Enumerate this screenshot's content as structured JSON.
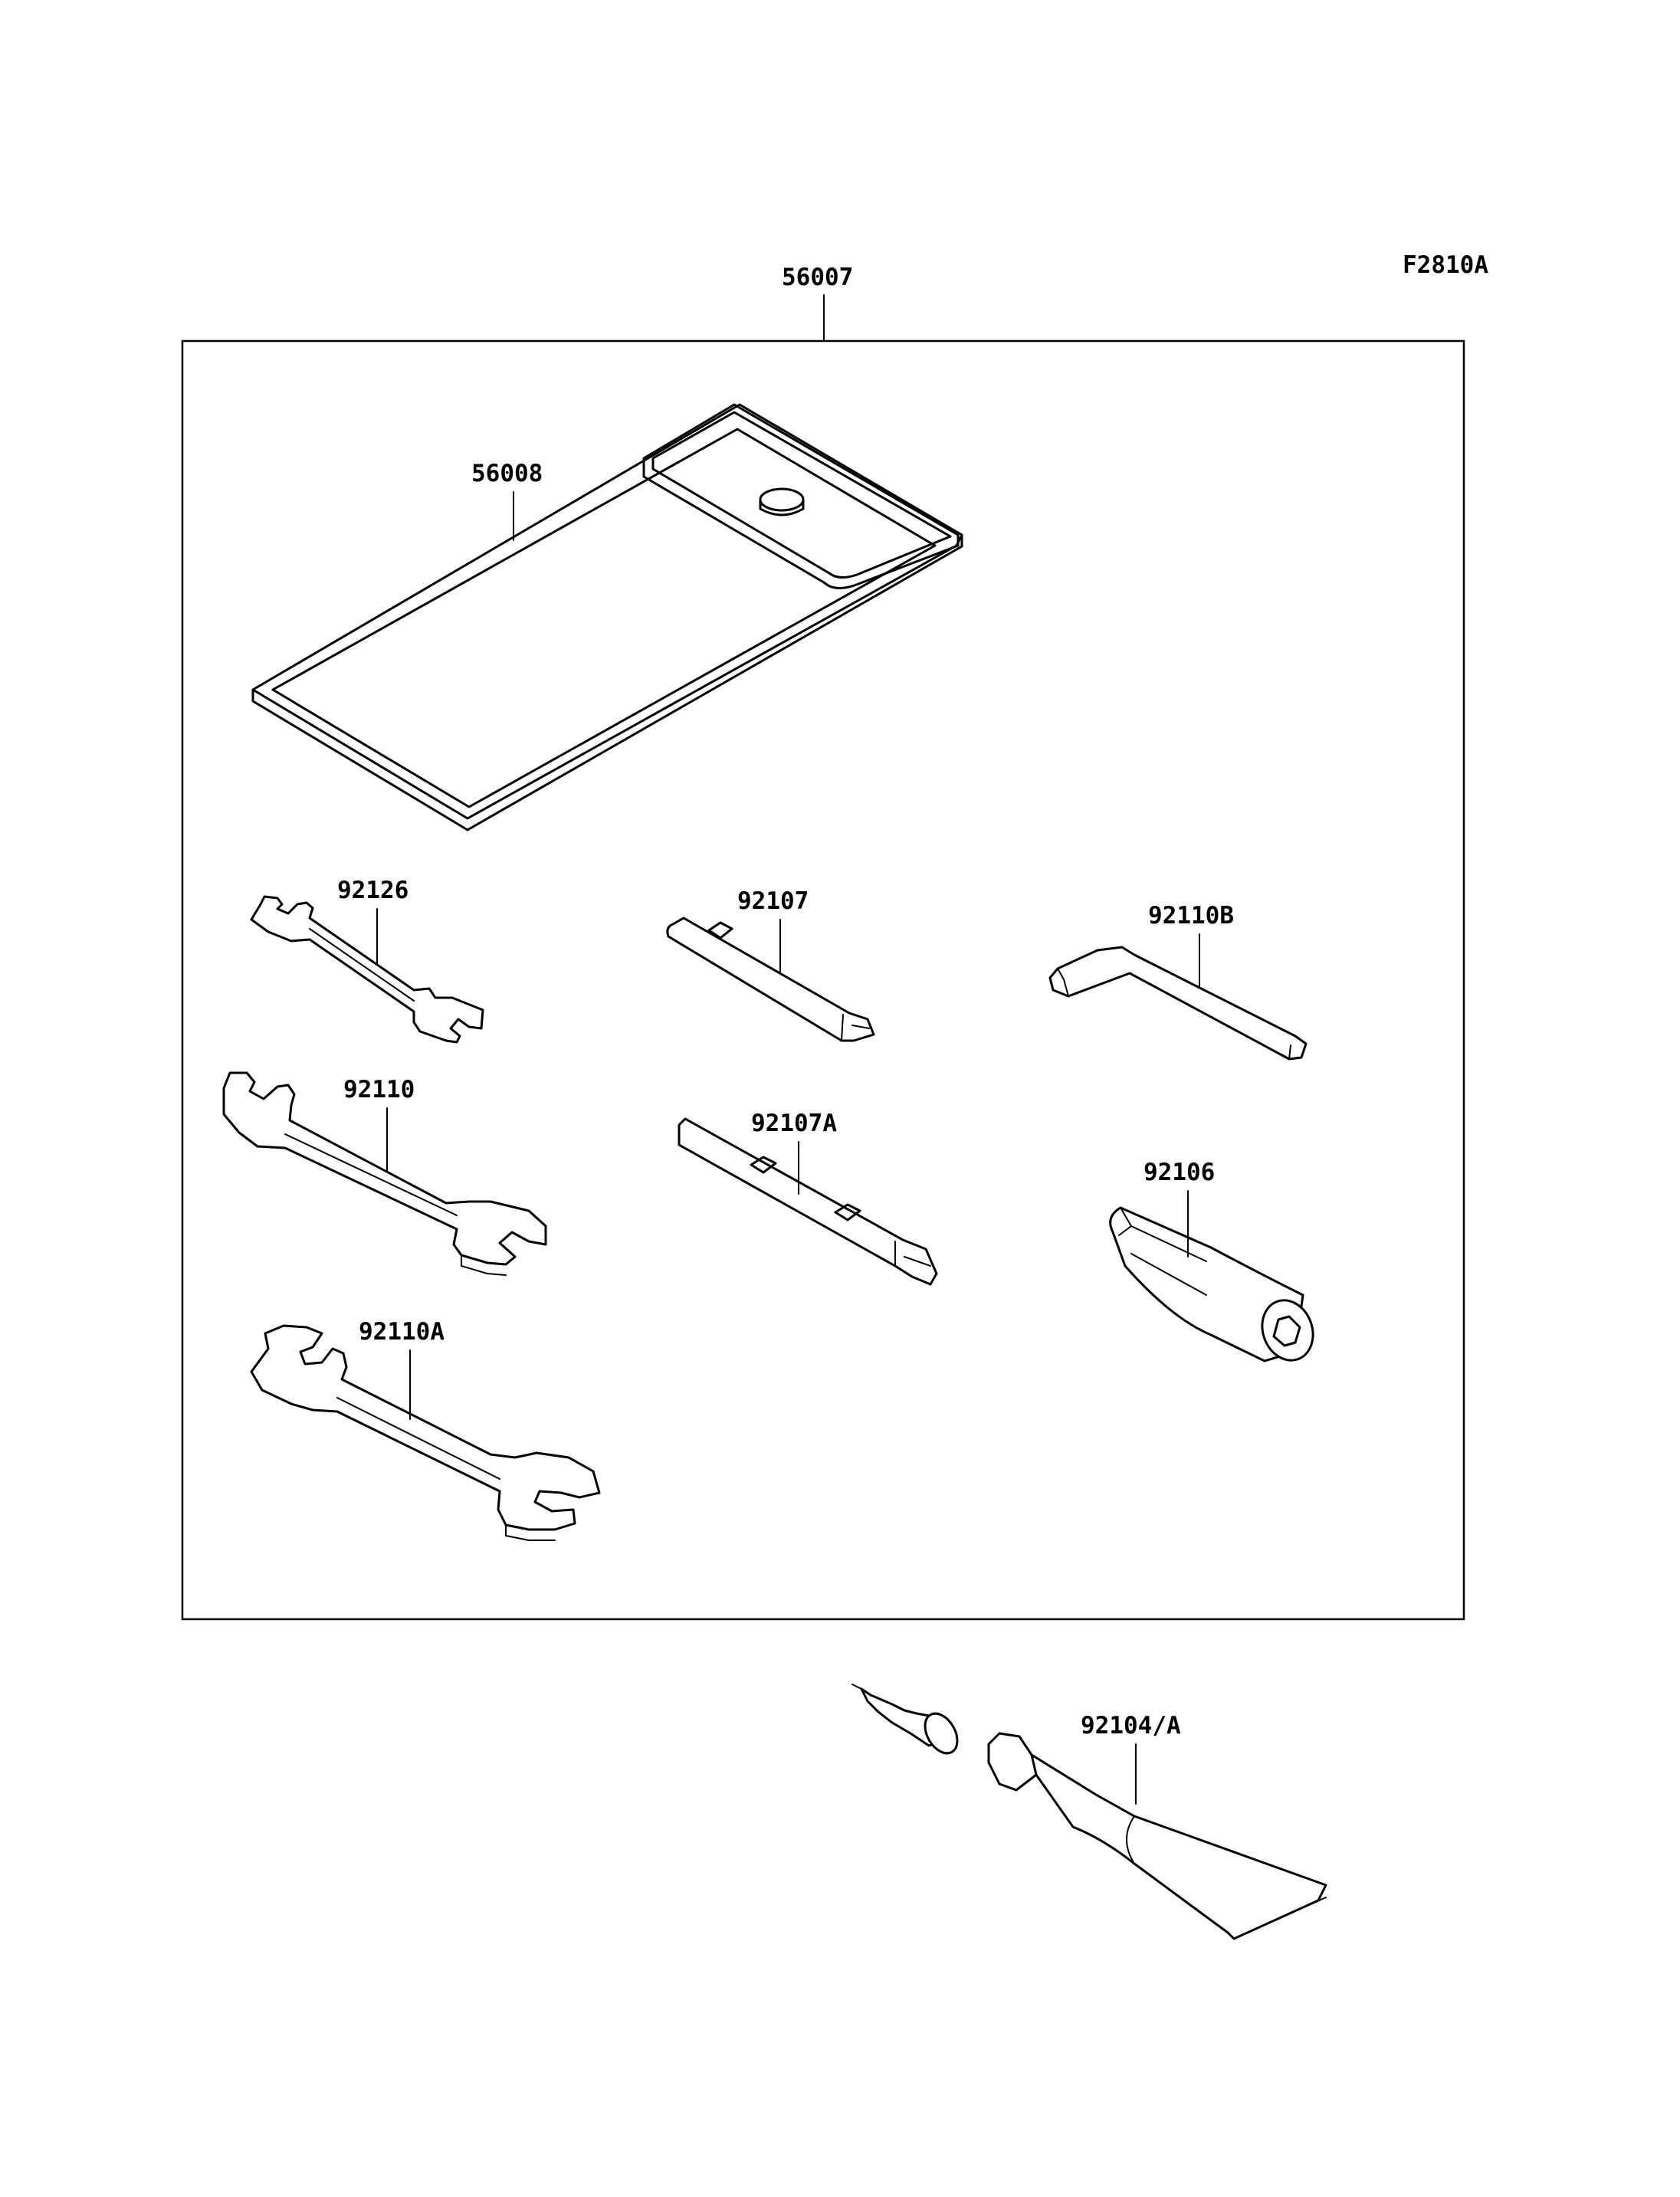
{
  "figure_code": "F2810A",
  "labels": {
    "kit": "56007",
    "pouch": "56008",
    "wrench_small": "92126",
    "wrench_medium": "92110",
    "wrench_large": "92110A",
    "bit_phillips": "92107",
    "bit_double": "92107A",
    "hex_key": "92110B",
    "handle": "92106",
    "grease_tube": "92104/A"
  }
}
